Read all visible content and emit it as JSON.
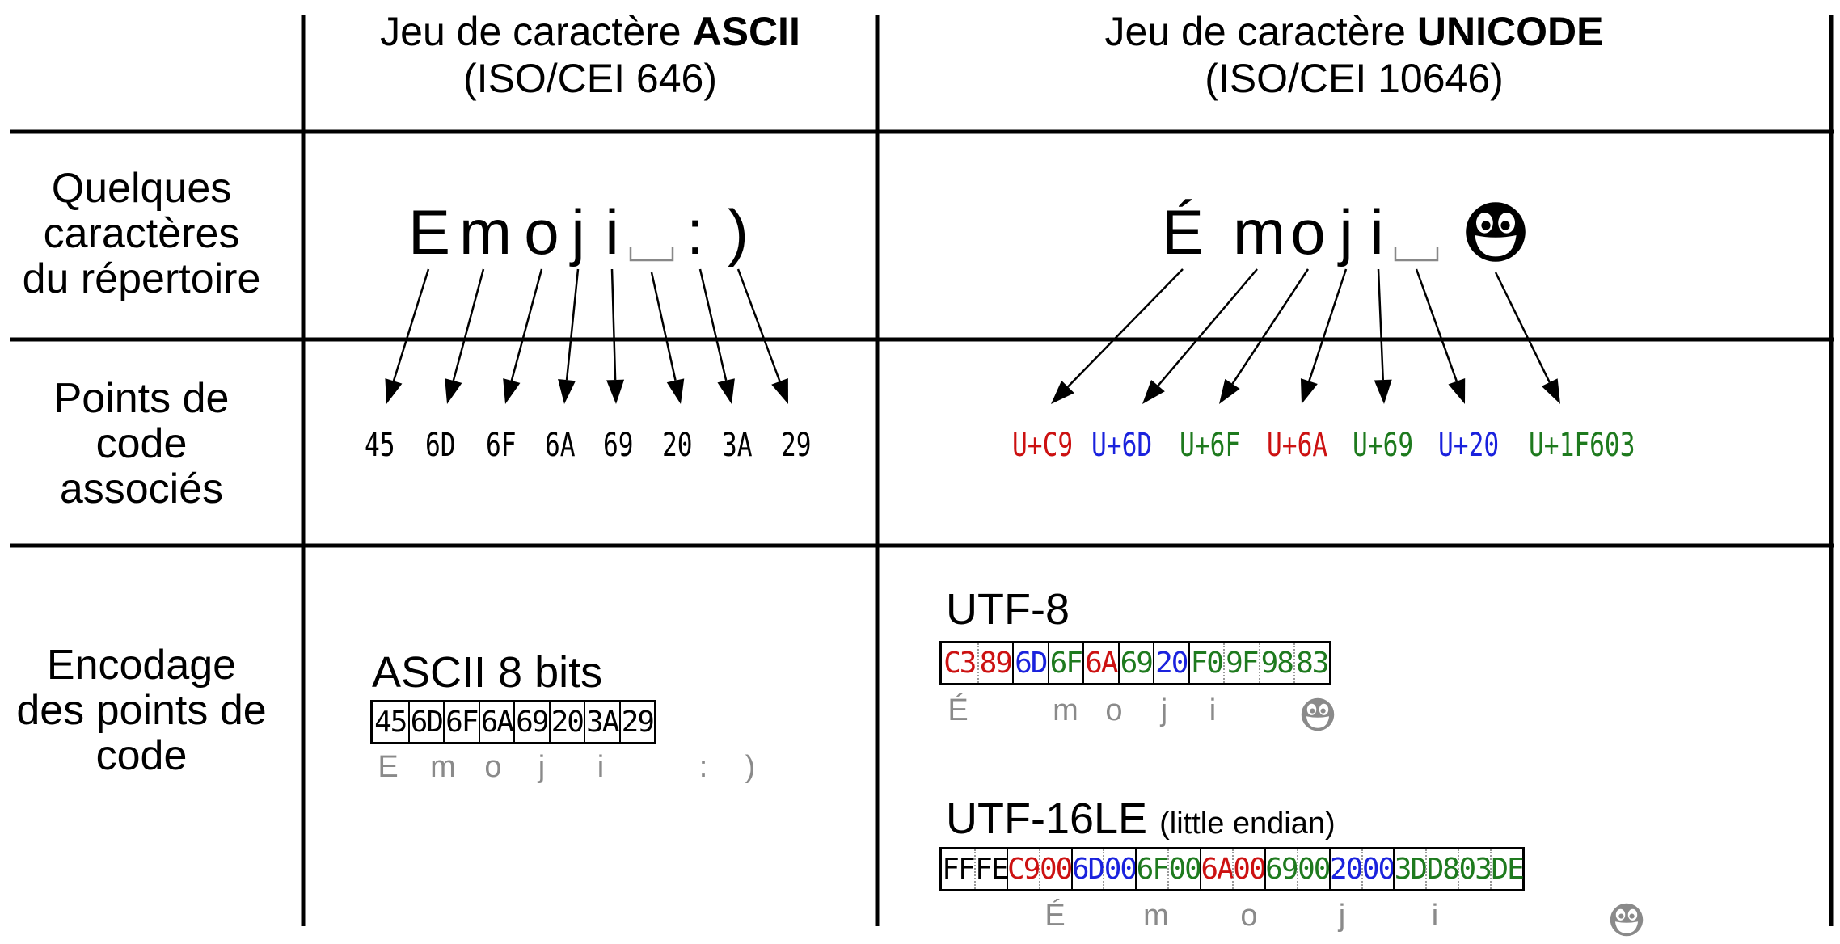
{
  "header": {
    "ascii_line1_prefix": "Jeu de caractère ",
    "ascii_line1_bold": "ASCII",
    "ascii_line2": "(ISO/CEI 646)",
    "unicode_line1_prefix": "Jeu de caractère ",
    "unicode_line1_bold": "UNICODE",
    "unicode_line2": "(ISO/CEI 10646)"
  },
  "rows": {
    "repertoire": "Quelques caractères du répertoire",
    "code_points": "Points de code associés",
    "encoding": "Encodage des points de code"
  },
  "ascii": {
    "chars": [
      "E",
      "m",
      "o",
      "j",
      "i",
      "␣",
      ":",
      ")"
    ],
    "code_points": [
      "45",
      "6D",
      "6F",
      "6A",
      "69",
      "20",
      "3A",
      "29"
    ],
    "encoding_title": "ASCII 8 bits",
    "bytes": [
      "45",
      "6D",
      "6F",
      "6A",
      "69",
      "20",
      "3A",
      "29"
    ],
    "byte_captions": [
      "E",
      "m",
      "o",
      "j",
      "i",
      "",
      ":",
      ")"
    ]
  },
  "unicode": {
    "chars": [
      "É",
      "m",
      "o",
      "j",
      "i",
      "␣",
      "😃"
    ],
    "code_points": [
      {
        "text": "U+C9",
        "color": "red"
      },
      {
        "text": "U+6D",
        "color": "blue"
      },
      {
        "text": "U+6F",
        "color": "green"
      },
      {
        "text": "U+6A",
        "color": "red"
      },
      {
        "text": "U+69",
        "color": "green"
      },
      {
        "text": "U+20",
        "color": "blue"
      },
      {
        "text": "U+1F603",
        "color": "green"
      }
    ],
    "utf8": {
      "title": "UTF-8",
      "bytes": [
        {
          "text": "C3",
          "color": "red"
        },
        {
          "text": "89",
          "color": "red"
        },
        {
          "text": "6D",
          "color": "blue"
        },
        {
          "text": "6F",
          "color": "green"
        },
        {
          "text": "6A",
          "color": "red"
        },
        {
          "text": "69",
          "color": "green"
        },
        {
          "text": "20",
          "color": "blue"
        },
        {
          "text": "F0",
          "color": "green"
        },
        {
          "text": "9F",
          "color": "green"
        },
        {
          "text": "98",
          "color": "green"
        },
        {
          "text": "83",
          "color": "green"
        }
      ],
      "captions": [
        "É",
        "m",
        "o",
        "j",
        "i",
        "😃"
      ]
    },
    "utf16le": {
      "title": "UTF-16LE",
      "subtitle": "(little endian)",
      "bytes": [
        {
          "text": "FF",
          "color": "black"
        },
        {
          "text": "FE",
          "color": "black"
        },
        {
          "text": "C9",
          "color": "red"
        },
        {
          "text": "00",
          "color": "red"
        },
        {
          "text": "6D",
          "color": "blue"
        },
        {
          "text": "00",
          "color": "blue"
        },
        {
          "text": "6F",
          "color": "green"
        },
        {
          "text": "00",
          "color": "green"
        },
        {
          "text": "6A",
          "color": "red"
        },
        {
          "text": "00",
          "color": "red"
        },
        {
          "text": "69",
          "color": "green"
        },
        {
          "text": "00",
          "color": "green"
        },
        {
          "text": "20",
          "color": "blue"
        },
        {
          "text": "00",
          "color": "blue"
        },
        {
          "text": "3D",
          "color": "green"
        },
        {
          "text": "D8",
          "color": "green"
        },
        {
          "text": "03",
          "color": "green"
        },
        {
          "text": "DE",
          "color": "green"
        }
      ],
      "captions": [
        "É",
        "m",
        "o",
        "j",
        "i",
        "😃"
      ]
    }
  },
  "colors": {
    "red": "#cc1111",
    "blue": "#1a22dd",
    "green": "#1e7a1e",
    "black": "#000000",
    "caption": "#8a8a8a"
  }
}
